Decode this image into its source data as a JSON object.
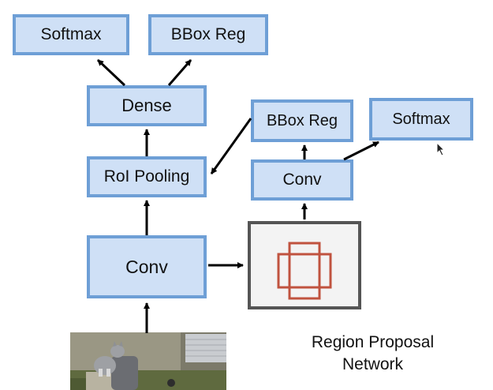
{
  "nodes": {
    "softmax_left": "Softmax",
    "bbox_reg_left": "BBox Reg",
    "dense": "Dense",
    "roi_pooling": "RoI Pooling",
    "conv_main": "Conv",
    "bbox_reg_right": "BBox Reg",
    "softmax_right": "Softmax",
    "conv_rpn": "Conv"
  },
  "rpn_label": {
    "line1": "Region Proposal",
    "line2": "Network"
  },
  "colors": {
    "box_fill": "#cfe0f6",
    "box_border": "#6e9fd6",
    "rpn_fill": "#f3f3f3",
    "rpn_border": "#555555",
    "rpn_icon": "#c0533f",
    "arrow": "#000000"
  },
  "icons": {
    "rpn_symbol": "cross-anchor-boxes-icon",
    "input_image": "cat-photo-image",
    "pointer": "mouse-cursor-icon"
  }
}
